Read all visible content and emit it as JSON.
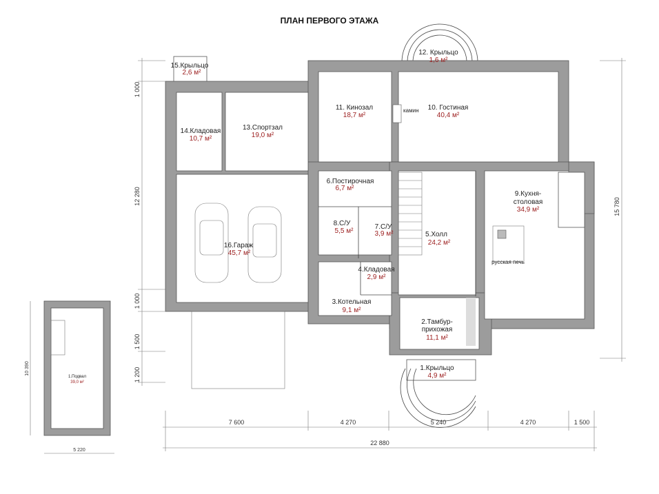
{
  "title": "ПЛАН ПЕРВОГО ЭТАЖА",
  "rooms": [
    {
      "name": "1.Крыльцо",
      "area": "4,9 м²"
    },
    {
      "name": "2.Тамбур-",
      "name2": "прихожая",
      "area": "11,1 м²"
    },
    {
      "name": "3.Котельная",
      "area": "9,1 м²"
    },
    {
      "name": "4.Кладовая",
      "area": "2,9 м²"
    },
    {
      "name": "5.Холл",
      "area": "24,2 м²"
    },
    {
      "name": "6.Постирочная",
      "area": "6,7 м²"
    },
    {
      "name": "7.С/У",
      "area": "3,9 м²"
    },
    {
      "name": "8.С/У",
      "area": "5,5 м²"
    },
    {
      "name": "9.Кухня-",
      "name2": "столовая",
      "area": "34,9 м²"
    },
    {
      "name": "10. Гостиная",
      "area": "40,4 м²"
    },
    {
      "name": "11. Кинозал",
      "area": "18,7 м²"
    },
    {
      "name": "12. Крыльцо",
      "area": "1,6 м²"
    },
    {
      "name": "13.Спортзал",
      "area": "19,0 м²"
    },
    {
      "name": "14.Кладовая",
      "area": "10,7 м²"
    },
    {
      "name": "15.Крыльцо",
      "area": "2,6 м²"
    },
    {
      "name": "16.Гараж",
      "area": "45,7 м²"
    }
  ],
  "basement": {
    "name": "1.Подвал",
    "area": "39,0 м²",
    "dim_h": "10 390",
    "dim_w": "5 220"
  },
  "labels": {
    "fireplace": "камин",
    "stove": "русская печь"
  },
  "dims_bottom": [
    "7 600",
    "4 270",
    "5 240",
    "4 270",
    "1 500"
  ],
  "dim_total": "22 880",
  "dims_left": [
    "1 000",
    "12 280",
    "1 000",
    "1 500",
    "1 200"
  ],
  "dim_right": "15 780"
}
